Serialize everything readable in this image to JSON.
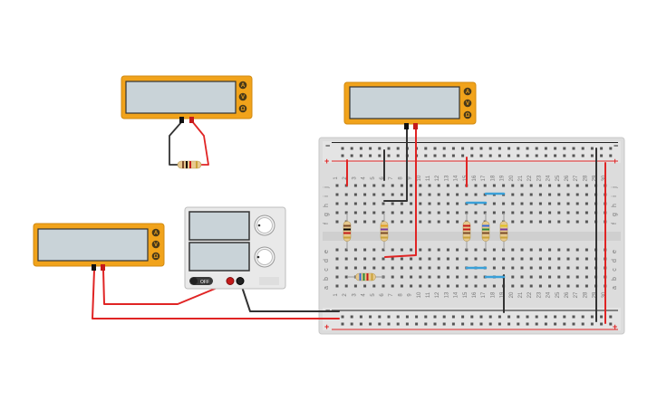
{
  "multimeters": {
    "top_left": {
      "modes": [
        "A",
        "V",
        "Ω"
      ],
      "display": ""
    },
    "top_right": {
      "modes": [
        "A",
        "V",
        "Ω"
      ],
      "display": ""
    },
    "left": {
      "modes": [
        "A",
        "V",
        "Ω"
      ],
      "display": ""
    }
  },
  "power_supply": {
    "display_top": "",
    "display_bottom": "",
    "off_label": "OFF",
    "knob_labels": [
      "",
      ""
    ]
  },
  "breadboard": {
    "column_numbers": [
      "1",
      "2",
      "3",
      "4",
      "5",
      "6",
      "7",
      "8",
      "9",
      "10",
      "11",
      "12",
      "13",
      "14",
      "15",
      "16",
      "17",
      "18",
      "19",
      "20",
      "21",
      "22",
      "23",
      "24",
      "25",
      "26",
      "27",
      "28",
      "29",
      "30"
    ],
    "top_row_letters": [
      "j",
      "i",
      "h",
      "g",
      "f"
    ],
    "bottom_row_letters": [
      "e",
      "d",
      "c",
      "b",
      "a"
    ],
    "rail_plus": "+",
    "rail_minus": "−"
  },
  "colors": {
    "meter_body": "#f1a31b",
    "meter_screen": "#c9d3d8",
    "wire_red": "#e02424",
    "wire_black": "#333333",
    "wire_blue": "#3aa0d8",
    "board": "#d9d9d9"
  }
}
